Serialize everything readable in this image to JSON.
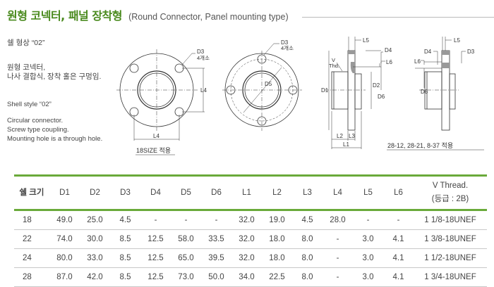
{
  "header": {
    "title_ko": "원형 코넥터, 패널 장착형",
    "title_en": "(Round Connector, Panel mounting type)"
  },
  "description": {
    "shell_ko": "쉘 형상 “02”",
    "lines_ko": [
      "원형 코넥터,",
      "나사 결합식, 장착 홀은 구멍임."
    ],
    "shell_en": "Shell style “02”",
    "lines_en": [
      "Circular connector.",
      "Screw type coupling.",
      "Mounting hole is a through hole."
    ]
  },
  "diagrams": {
    "front18": {
      "d3": "D3",
      "d3_count": "4개소",
      "l4_v": "L4",
      "l4_h": "L4",
      "caption": "18SIZE 적용"
    },
    "front": {
      "d3": "D3",
      "d3_count": "4개소",
      "d5": "D5"
    },
    "side": {
      "l5": "L5",
      "d4": "D4",
      "l6": "L6",
      "v": "V",
      "thd": "Thd.",
      "d1": "D1",
      "d2": "D2",
      "d6": "D6",
      "l2": "L2",
      "l3": "L3",
      "l1": "L1"
    },
    "side2": {
      "l5": "L5",
      "d4": "D4",
      "d3": "D3",
      "l6": "L6",
      "d6": "D6",
      "caption": "28-12, 28-21, 8-37 적용"
    }
  },
  "table": {
    "headers": [
      "쉘 크기",
      "D1",
      "D2",
      "D3",
      "D4",
      "D5",
      "D6",
      "L1",
      "L2",
      "L3",
      "L4",
      "L5",
      "L6"
    ],
    "thread_header": "V Thread.",
    "thread_sub": "(등급 : 2B)",
    "rows": [
      [
        "18",
        "49.0",
        "25.0",
        "4.5",
        "-",
        "-",
        "-",
        "32.0",
        "19.0",
        "4.5",
        "28.0",
        "-",
        "-",
        "1 1/8-18UNEF"
      ],
      [
        "22",
        "74.0",
        "30.0",
        "8.5",
        "12.5",
        "58.0",
        "33.5",
        "32.0",
        "18.0",
        "8.0",
        "-",
        "3.0",
        "4.1",
        "1 3/8-18UNEF"
      ],
      [
        "24",
        "80.0",
        "33.0",
        "8.5",
        "12.5",
        "65.0",
        "39.5",
        "32.0",
        "18.0",
        "8.0",
        "-",
        "3.0",
        "4.1",
        "1 1/2-18UNEF"
      ],
      [
        "28",
        "87.0",
        "42.0",
        "8.5",
        "12.5",
        "73.0",
        "50.0",
        "34.0",
        "22.5",
        "8.0",
        "-",
        "3.0",
        "4.1",
        "1 3/4-18UNEF"
      ]
    ]
  },
  "colors": {
    "accent": "#4a8a1e",
    "rule": "#6aaa3a"
  }
}
